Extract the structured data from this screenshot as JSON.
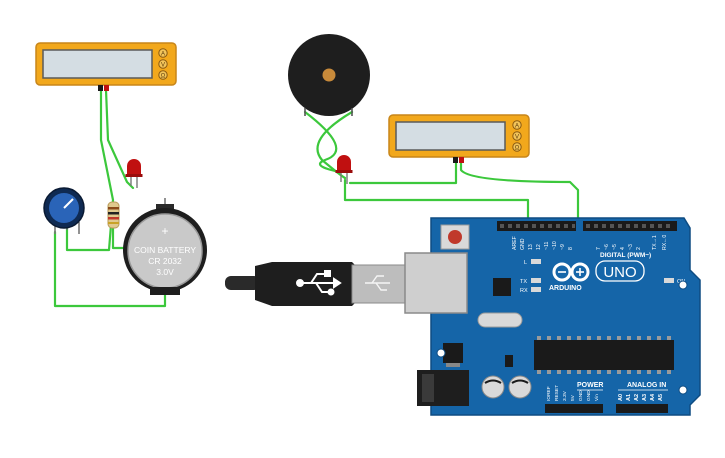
{
  "components": {
    "multimeter_left": {
      "buttons": [
        "A",
        "V",
        "Ω"
      ]
    },
    "multimeter_right": {
      "buttons": [
        "A",
        "V",
        "Ω"
      ]
    },
    "battery": {
      "plus": "+",
      "label_line1": "COIN BATTERY",
      "label_line2": "CR 2032",
      "label_line3": "3.0V"
    },
    "arduino": {
      "brand": "ARDUINO",
      "model": "UNO",
      "digital_header_label": "DIGITAL (PWM~)",
      "power_label": "POWER",
      "analog_label": "ANALOG IN",
      "led_l": "L",
      "led_tx": "TX",
      "led_rx": "RX",
      "led_on": "ON",
      "top_pins": [
        "AREF",
        "GND",
        "13",
        "12",
        "~11",
        "~10",
        "~9",
        "8",
        "7",
        "~6",
        "~5",
        "4",
        "~3",
        "2",
        "TX→1",
        "RX←0"
      ],
      "power_pins": [
        "IOREF",
        "RESET",
        "3.3V",
        "5V",
        "GND",
        "GND",
        "Vin"
      ],
      "analog_pins": [
        "A0",
        "A1",
        "A2",
        "A3",
        "A4",
        "A5"
      ]
    }
  },
  "colors": {
    "wire": "#3cc83c",
    "board": "#1565a8",
    "multimeter": "#f2a81c",
    "led": "#c01010"
  }
}
